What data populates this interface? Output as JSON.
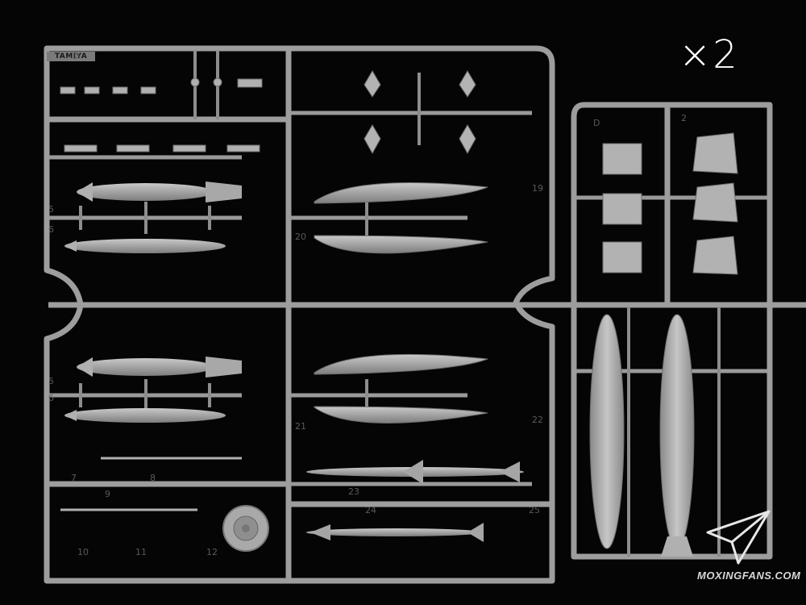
{
  "multiplier": "×2",
  "brand": "TAMIYA",
  "sprue_letter": "D",
  "watermark": "MOXINGFANS.COM",
  "part_numbers": [
    "2",
    "5",
    "6",
    "5",
    "6",
    "7",
    "8",
    "9",
    "10",
    "11",
    "12",
    "19",
    "20",
    "21",
    "22",
    "23",
    "24",
    "25"
  ]
}
